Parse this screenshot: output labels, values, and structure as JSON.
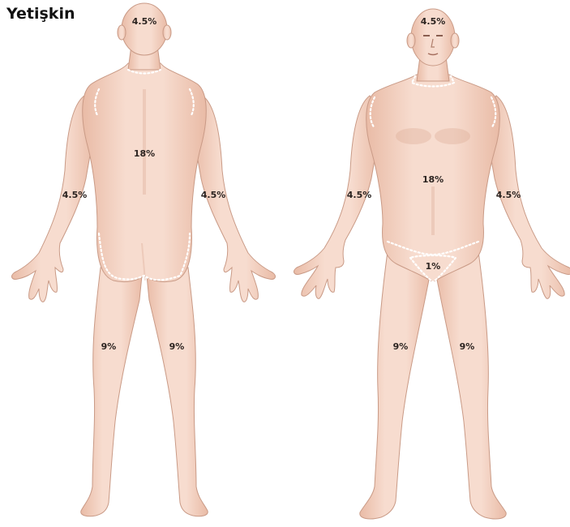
{
  "title": "Yetişkin",
  "colors": {
    "skin_light": "#f7dccf",
    "skin_mid": "#efc7b4",
    "skin_shadow": "#d9a891",
    "outline": "#c99a86",
    "region_dash": "#ffffff"
  },
  "back": {
    "head": "4.5%",
    "trunk": "18%",
    "arm_left": "4.5%",
    "arm_right": "4.5%",
    "leg_left": "9%",
    "leg_right": "9%"
  },
  "front": {
    "head": "4.5%",
    "trunk": "18%",
    "arm_left": "4.5%",
    "arm_right": "4.5%",
    "genital": "1%",
    "leg_left": "9%",
    "leg_right": "9%"
  }
}
